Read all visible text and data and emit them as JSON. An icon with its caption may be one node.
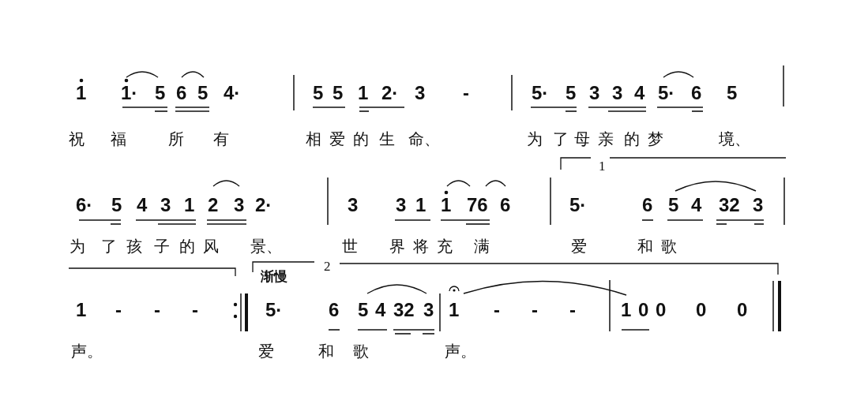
{
  "diagram": {
    "labels": [
      "1",
      "1·",
      "5",
      "6",
      "5",
      "4·",
      "5",
      "5",
      "1",
      "2·",
      "3",
      "-",
      "5·",
      "5",
      "3",
      "3",
      "4",
      "5·",
      "6",
      "5",
      "祝",
      "福",
      "所",
      "有",
      "相",
      "爱",
      "的",
      "生",
      "命、",
      "为",
      "了",
      "母",
      "亲",
      "的",
      "梦",
      "境、",
      "1",
      "6·",
      "5",
      "4",
      "3",
      "1",
      "2",
      "3",
      "2·",
      "3",
      "3",
      "1",
      "1",
      "76",
      "6",
      "5·",
      "6",
      "5",
      "4",
      "32",
      "3",
      "为",
      "了",
      "孩",
      "子",
      "的",
      "风",
      "景、",
      "世",
      "界",
      "将",
      "充",
      "满",
      "爱",
      "和",
      "歌",
      "渐慢",
      "2",
      "1",
      "-",
      "-",
      "-",
      "5·",
      "6",
      "5",
      "4",
      "32",
      "3",
      "1",
      "-",
      "-",
      "-",
      "1",
      "0",
      "0",
      "0",
      "0",
      "声。",
      "爱",
      "和",
      "歌",
      "声。"
    ]
  }
}
